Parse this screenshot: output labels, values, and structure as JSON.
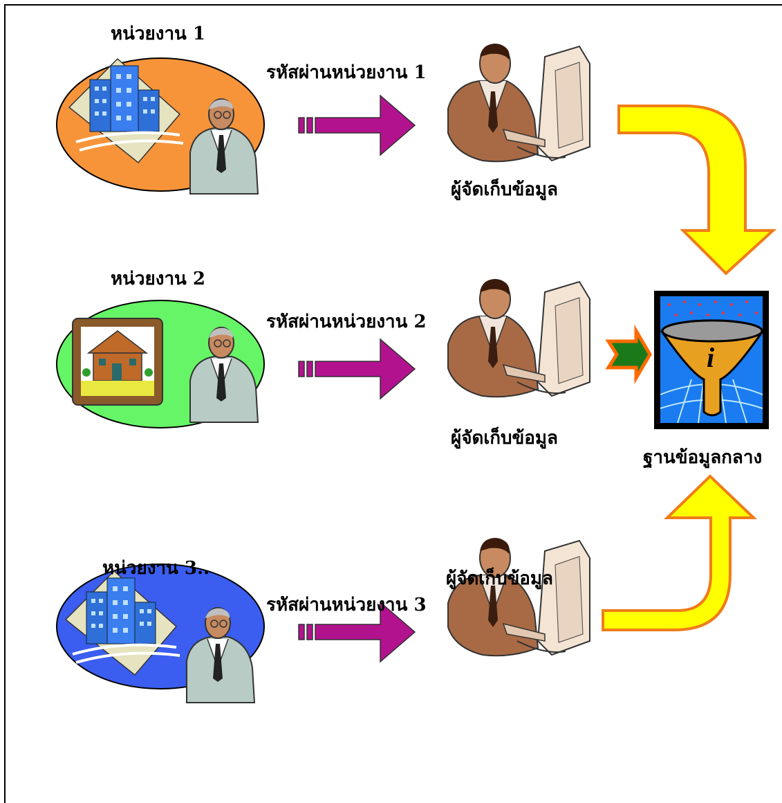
{
  "agencies": [
    {
      "label": "หน่วยงาน 1",
      "color": "#f7943a"
    },
    {
      "label": "หน่วยงาน 2",
      "color": "#66f566"
    },
    {
      "label": "หน่วยงาน 3..",
      "color": "#3b5ef0"
    }
  ],
  "passwords": [
    {
      "label": "รหัสผ่านหน่วยงาน 1"
    },
    {
      "label": "รหัสผ่านหน่วยงาน 2"
    },
    {
      "label": "รหัสผ่านหน่วยงาน 3"
    }
  ],
  "collectors": [
    {
      "label": "ผู้จัดเก็บข้อมูล"
    },
    {
      "label": "ผู้จัดเก็บข้อมูล"
    },
    {
      "label": "ผู้จัดเก็บข้อมูล"
    }
  ],
  "database": {
    "label": "ฐานข้อมูลกลาง"
  },
  "colors": {
    "arrow_magenta": "#b3128f",
    "arrow_yellow": "#ffff00",
    "arrow_yellow_border": "#f07c18",
    "arrow_green": "#1a7a1a",
    "arrow_green_border": "#ff6a00",
    "db_background": "#1a7cf0"
  }
}
